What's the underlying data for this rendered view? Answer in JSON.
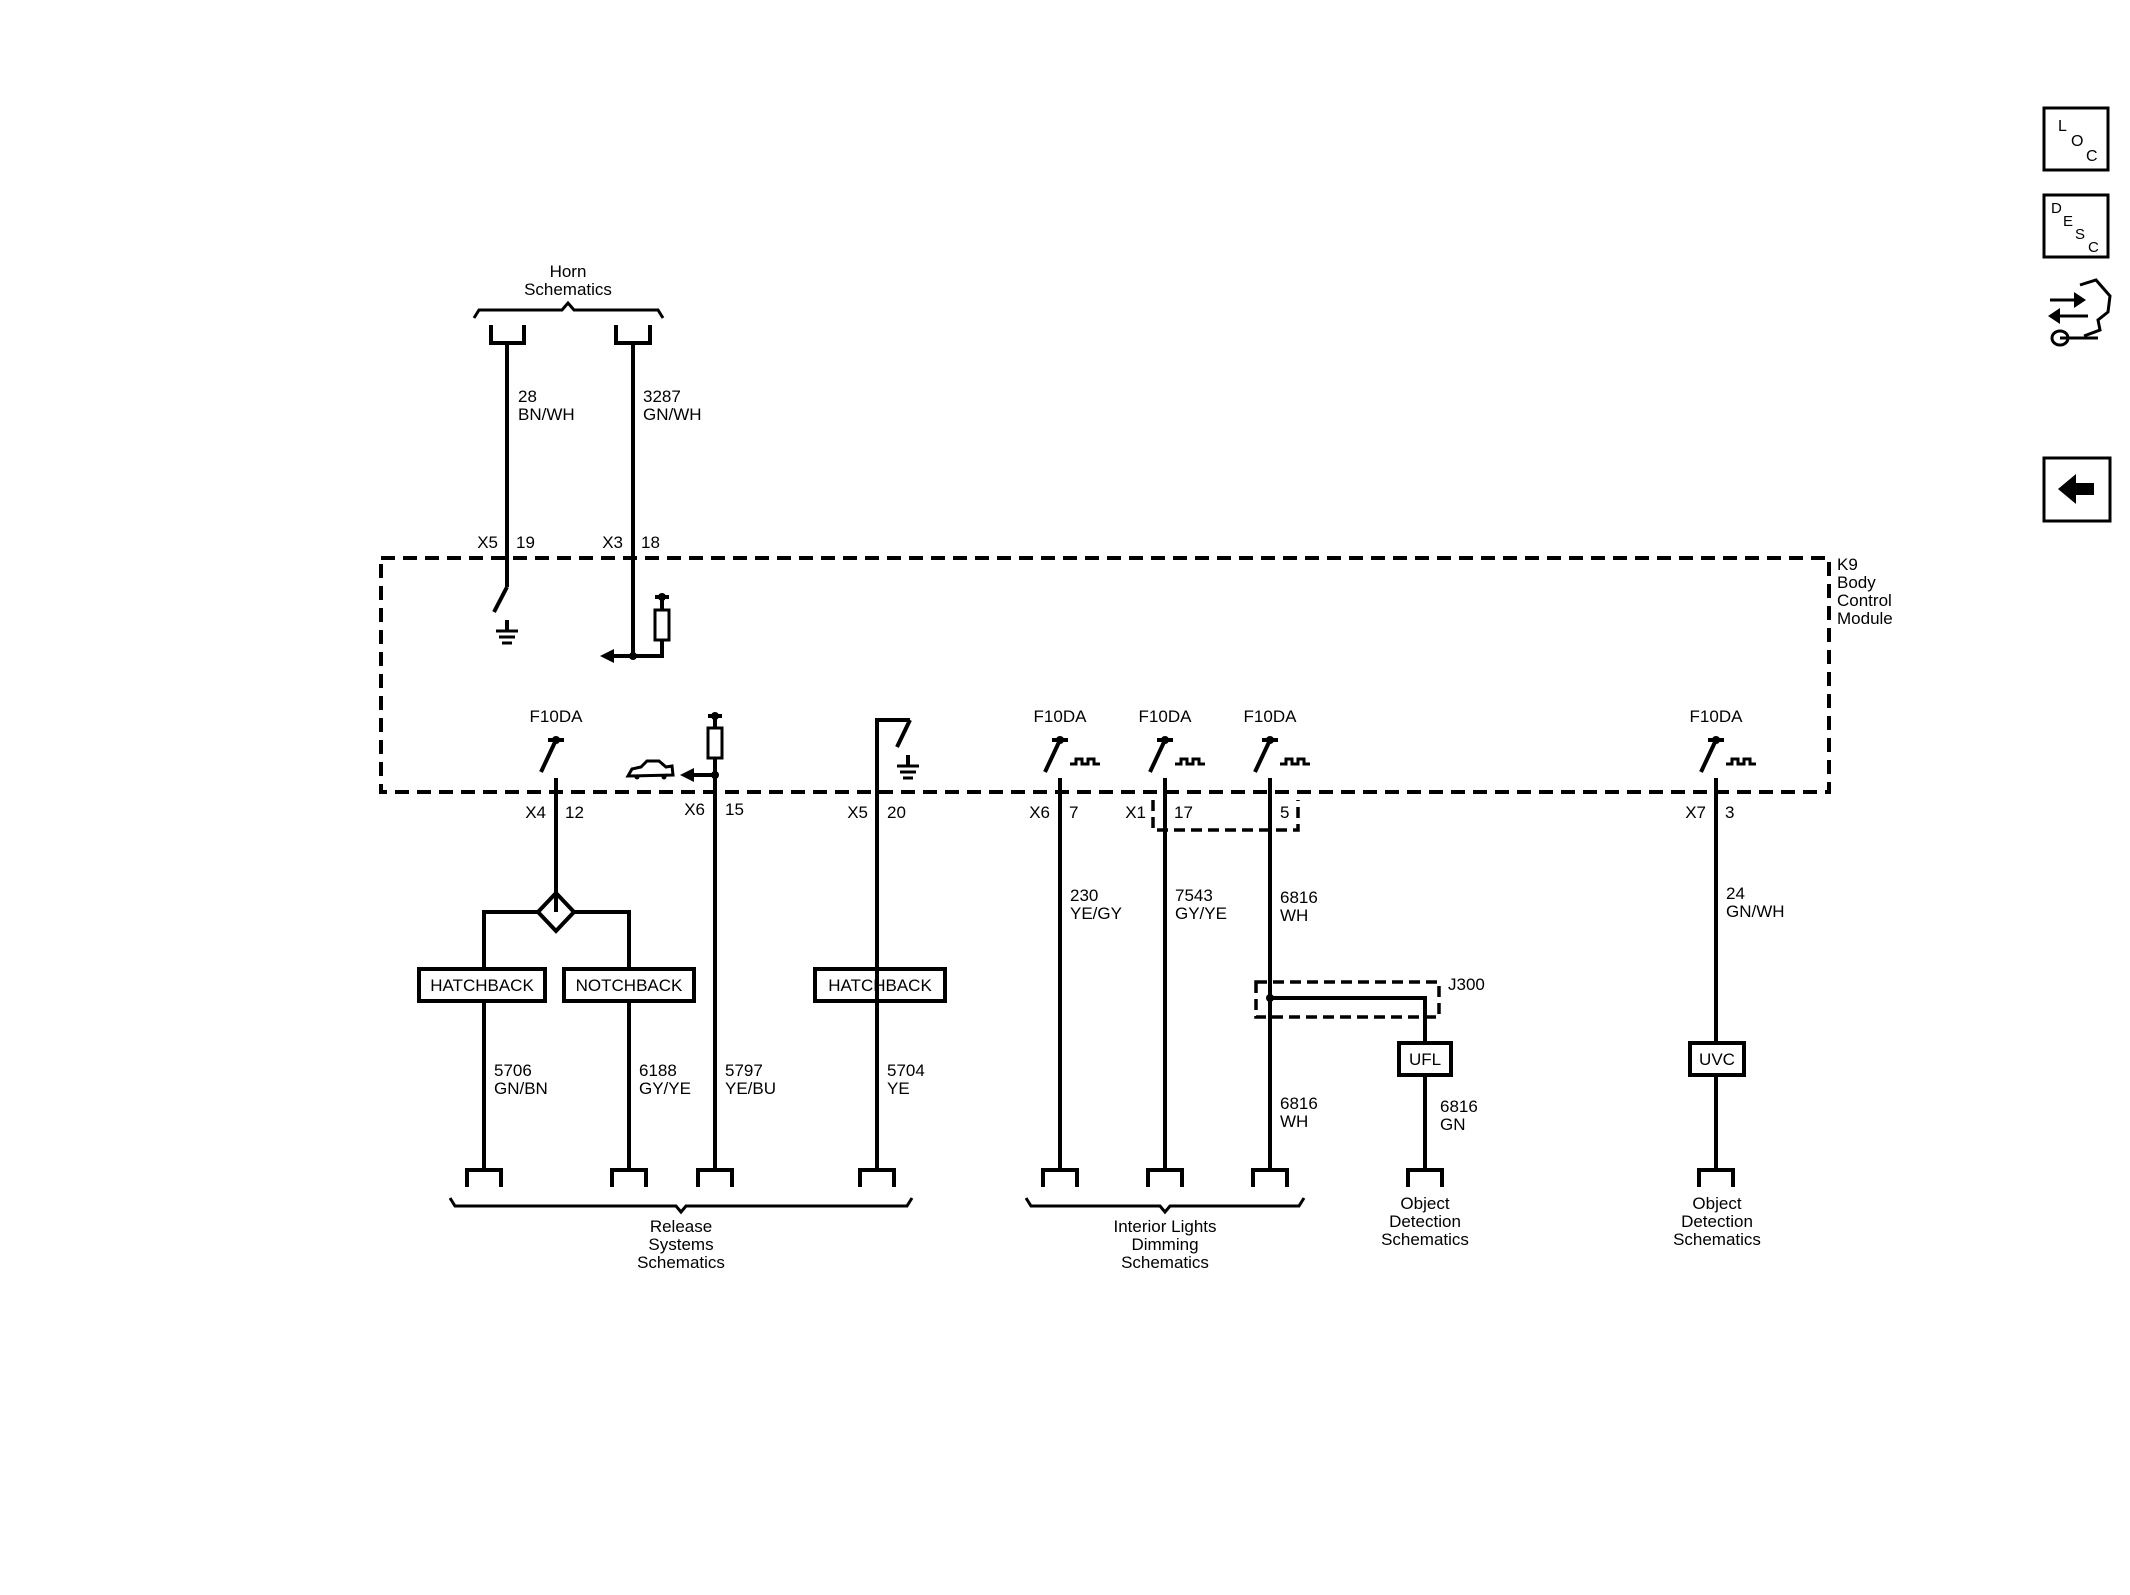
{
  "diagram": {
    "horn_group": [
      "Horn",
      "Schematics"
    ],
    "module": [
      "K9",
      "Body",
      "Control",
      "Module"
    ],
    "circuits_top": [
      {
        "conn": "X5",
        "pin": "19",
        "circuit": "28",
        "color": "BN/WH"
      },
      {
        "conn": "X3",
        "pin": "18",
        "circuit": "3287",
        "color": "GN/WH"
      }
    ],
    "f10da": "F10DA",
    "pins_bottom": [
      {
        "conn": "X4",
        "pin": "12"
      },
      {
        "conn": "X6",
        "pin": "15"
      },
      {
        "conn": "X5",
        "pin": "20"
      },
      {
        "conn": "X6",
        "pin": "7"
      },
      {
        "conn": "X1",
        "pin": "17"
      },
      {
        "conn": "",
        "pin": "5"
      },
      {
        "conn": "X7",
        "pin": "3"
      }
    ],
    "option_boxes": {
      "hatchback": "HATCHBACK",
      "notchback": "NOTCHBACK",
      "ufl": "UFL",
      "uvc": "UVC"
    },
    "wires": [
      {
        "circuit": "5706",
        "color": "GN/BN"
      },
      {
        "circuit": "6188",
        "color": "GY/YE"
      },
      {
        "circuit": "5797",
        "color": "YE/BU"
      },
      {
        "circuit": "5704",
        "color": "YE"
      },
      {
        "circuit": "230",
        "color": "YE/GY"
      },
      {
        "circuit": "7543",
        "color": "GY/YE"
      },
      {
        "circuit": "6816",
        "color": "WH"
      },
      {
        "circuit": "6816",
        "color": "WH"
      },
      {
        "circuit": "6816",
        "color": "GN"
      },
      {
        "circuit": "24",
        "color": "GN/WH"
      }
    ],
    "splice": "J300",
    "group_release": [
      "Release",
      "Systems",
      "Schematics"
    ],
    "group_interior": [
      "Interior Lights",
      "Dimming",
      "Schematics"
    ],
    "group_object_1": [
      "Object",
      "Detection",
      "Schematics"
    ],
    "group_object_2": [
      "Object",
      "Detection",
      "Schematics"
    ]
  },
  "nav": {
    "loc": [
      "L",
      "O",
      "C"
    ],
    "desc": [
      "D",
      "E",
      "S",
      "C"
    ],
    "tools_icon": "exchange-wrench-icon",
    "back_icon": "back-arrow-icon"
  }
}
